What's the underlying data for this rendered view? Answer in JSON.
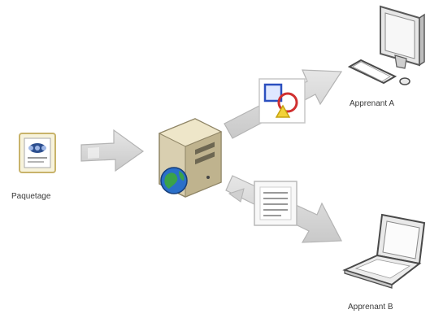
{
  "diagram": {
    "nodes": {
      "packaging": {
        "label": "Paquetage",
        "icon": "package-icon"
      },
      "server": {
        "icon": "web-server-icon"
      },
      "learner_a": {
        "label": "Apprenant A",
        "icon": "desktop-computer-icon"
      },
      "learner_b": {
        "label": "Apprenant B",
        "icon": "laptop-icon"
      }
    },
    "content_icons": {
      "upper": "shapes-icon",
      "lower": "document-icon"
    },
    "arrows": [
      {
        "from": "packaging",
        "to": "server"
      },
      {
        "from": "server",
        "to": "learner_a"
      },
      {
        "from": "server",
        "to": "learner_b"
      }
    ],
    "colors": {
      "arrow_fill": "#d8d8d8",
      "arrow_stroke": "#b4b4b4",
      "server_body": "#d9cfb0",
      "globe": "#2a6fc9"
    }
  }
}
